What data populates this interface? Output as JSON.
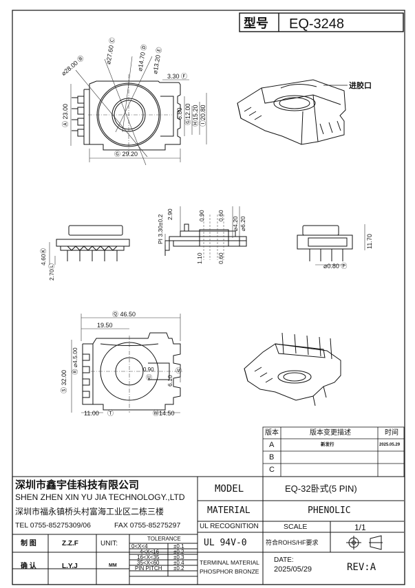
{
  "header": {
    "type_label": "型号",
    "model_code": "EQ-3248"
  },
  "annotation": {
    "inlet_label": "进胶口"
  },
  "dims_top": {
    "d_28": "⌀28.00 Ⓑ",
    "d_27_6": "⌀27.60 Ⓒ",
    "d_14_7": "⌀14.70 Ⓓ",
    "d_13_2": "⌀13.20 Ⓔ",
    "w_3_3": "3.30 Ⓕ",
    "h_23": "Ⓐ 23.00",
    "h_6_8": "6.80",
    "h_12": "Ⓖ12.00",
    "h_15_2": "Ⓗ15.20",
    "h_20_8": "Ⓘ20.80",
    "w_29_2": "Ⓖ 29.20"
  },
  "dims_mid": {
    "h_4_6": "4.60Ⓚ",
    "h_2_7": "2.70Ⓛ",
    "h_2_9": "2.90",
    "pi_3_3": "PI 3.30±0.2",
    "w_0_9": "0.90",
    "w_0_6_top": "0.60",
    "d_4_2": "⌀4.20",
    "d_6_2": "⌀6.20",
    "h_1_1": "1.10",
    "w_0_6_bot": "0.60",
    "h_11_7": "11.70",
    "pin_d": "⌀0.80 Ⓟ"
  },
  "dims_bottom": {
    "w_46_5": "Ⓠ 46.50",
    "w_19_5": "19.50",
    "d_4_5": "Ⓡ ⌀4.5.00",
    "h_32": "Ⓢ 32.00",
    "d_090": "0.90",
    "h_6_1": "6.10",
    "w_11": "11.00",
    "w_14_5": "Ⓦ14.50",
    "mark_t": "Ⓣ",
    "mark_u": "Ⓤ",
    "mark_v": "Ⓥ"
  },
  "revision_table": {
    "headers": [
      "版本",
      "版本变更描述",
      "时间"
    ],
    "rows": [
      {
        "version": "A",
        "desc": "新发行",
        "date": "2025.05.29"
      },
      {
        "version": "B",
        "desc": "",
        "date": ""
      },
      {
        "version": "C",
        "desc": "",
        "date": ""
      }
    ]
  },
  "title_block": {
    "company_cn": "深圳市鑫宇佳科技有限公司",
    "company_en": "SHEN ZHEN XIN YU JIA TECHNOLOGY.,LTD",
    "address": "深圳市福永镇桥头村富海工业区二栋三楼",
    "tel": "TEL 0755-85275309/06",
    "fax": "FAX 0755-85275297",
    "model_label": "MODEL",
    "model_value": "EQ-32卧式(5 PIN)",
    "material_label": "MATERIAL",
    "material_value": "PHENOLIC",
    "ul_label": "UL RECOGNITION",
    "ul_value": "UL 94V-0",
    "scale_label": "SCALE",
    "scale_value": "1/1",
    "rohs": "符合ROHS/HF要求",
    "terminal_l1": "TERMINAL MATERIAL",
    "terminal_l2": "PHOSPHOR BRONZE",
    "date_label": "DATE:",
    "date_value": "2025/05/29",
    "rev": "REV:A",
    "made_label": "制 图",
    "made_by": "Z.Z.F",
    "check_label": "确 认",
    "check_by": "L.Y.J",
    "unit_label": "UNIT:",
    "unit_value": "MM",
    "tol_header": "TOLERANCE",
    "tolerances": [
      {
        "range": "0<X<4",
        "tol": "±0.1"
      },
      {
        "range": "4<X<16",
        "tol": "±0.2"
      },
      {
        "range": "16<X<35",
        "tol": "±0.3"
      },
      {
        "range": "35<X<60",
        "tol": "±0.4"
      },
      {
        "range": "PIN PITCH",
        "tol": "±0.2"
      }
    ]
  }
}
